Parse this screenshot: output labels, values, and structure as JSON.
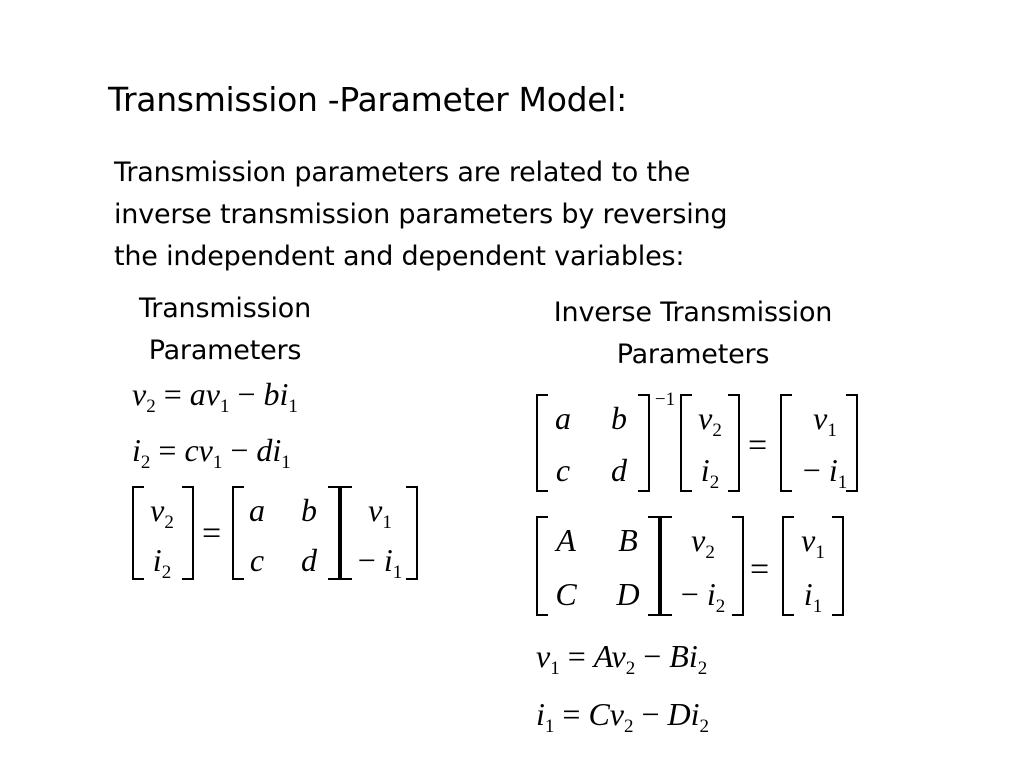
{
  "slide": {
    "title": "Transmission -Parameter Model:",
    "paragraph": {
      "line1": "Transmission parameters are related to the",
      "line2": "inverse transmission parameters by reversing",
      "line3": "the independent and dependent variables:"
    },
    "left": {
      "caption_line1": "Transmission",
      "caption_line2": "Parameters"
    },
    "right": {
      "caption_line1": "Inverse Transmission",
      "caption_line2": "Parameters"
    }
  }
}
